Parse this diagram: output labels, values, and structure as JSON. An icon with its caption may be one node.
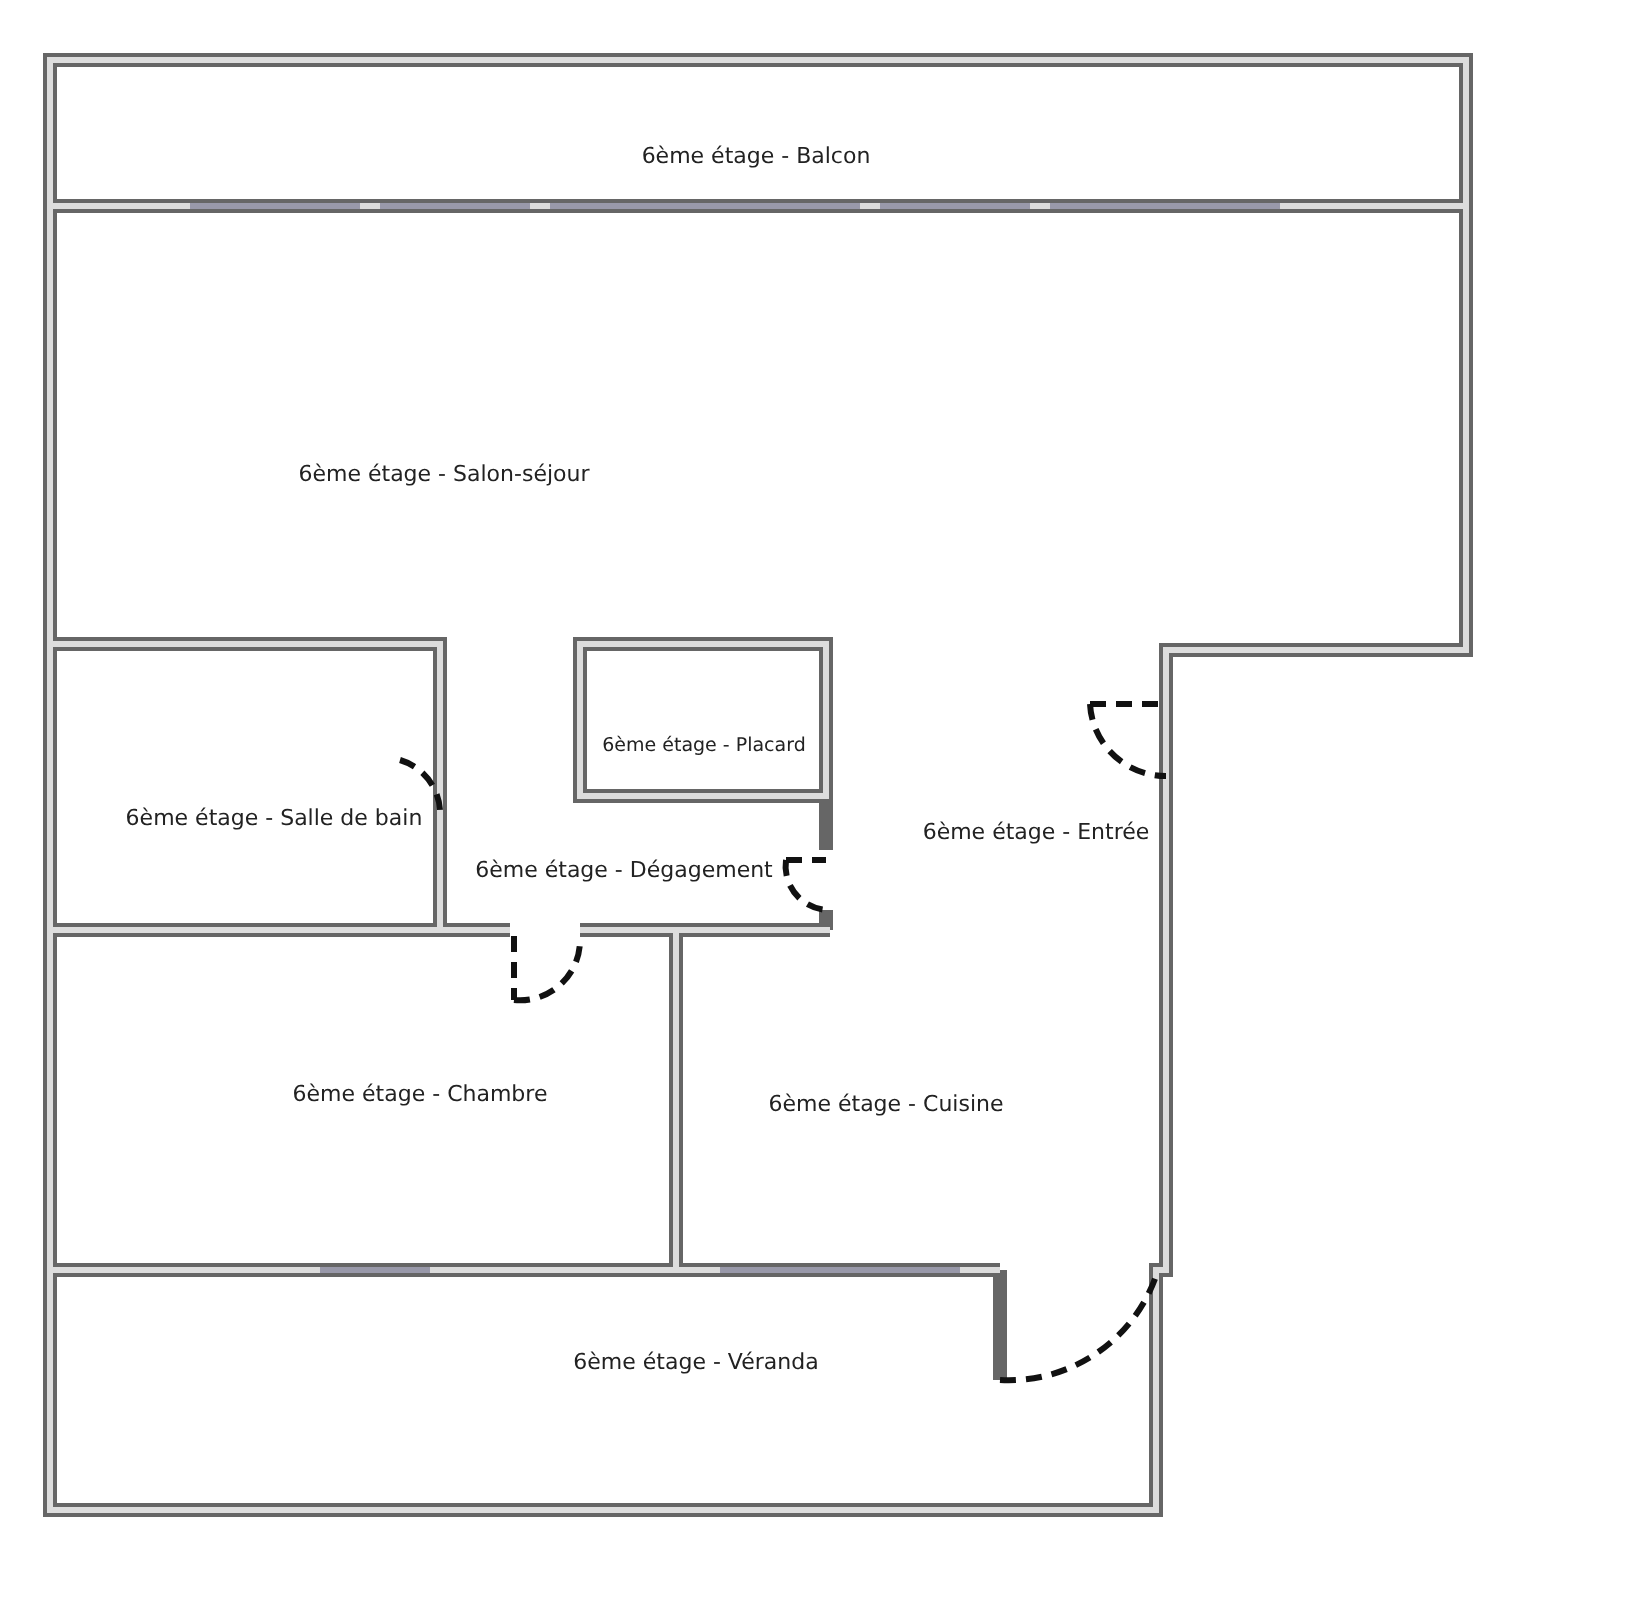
{
  "diagram": {
    "labels": [
      "6ème étage - Balcon",
      "6ème étage - Salon-séjour",
      "6ème étage - Placard",
      "6ème étage - Salle de bain",
      "6ème étage - Dégagement",
      "6ème étage - Entrée",
      "6ème étage - Chambre",
      "6ème étage - Cuisine",
      "6ème étage - Véranda"
    ]
  }
}
